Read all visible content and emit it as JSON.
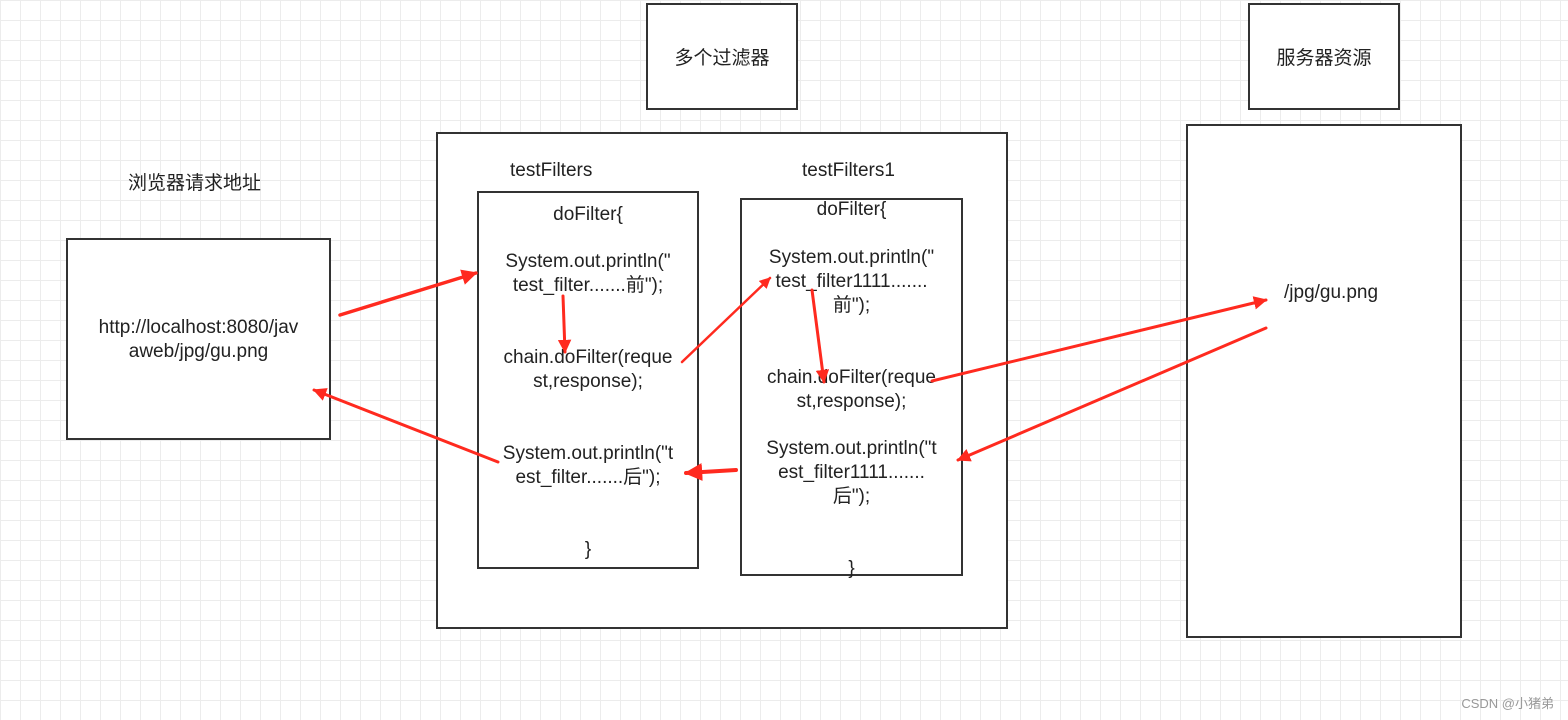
{
  "browser": {
    "caption": "浏览器请求地址",
    "url": "http://localhost:8080/jav\naweb/jpg/gu.png"
  },
  "filters": {
    "title": "多个过滤器",
    "filter1": {
      "name": "testFilters",
      "open": "doFilter{",
      "before": "System.out.println(\"\ntest_filter.......前\");",
      "chain": "chain.doFilter(reque\nst,response);",
      "after": "System.out.println(\"t\nest_filter.......后\");",
      "close": "}"
    },
    "filter2": {
      "name": "testFilters1",
      "open": "doFilter{",
      "before": "System.out.println(\"\ntest_filter1111.......\n前\");",
      "chain": "chain.doFilter(reque\nst,response);",
      "after": "System.out.println(\"t\nest_filter1111.......\n后\");",
      "close": "}"
    }
  },
  "server": {
    "title": "服务器资源",
    "resource": "/jpg/gu.png"
  },
  "arrow_color": "#ff2a1f",
  "watermark": "CSDN @小猪弟"
}
